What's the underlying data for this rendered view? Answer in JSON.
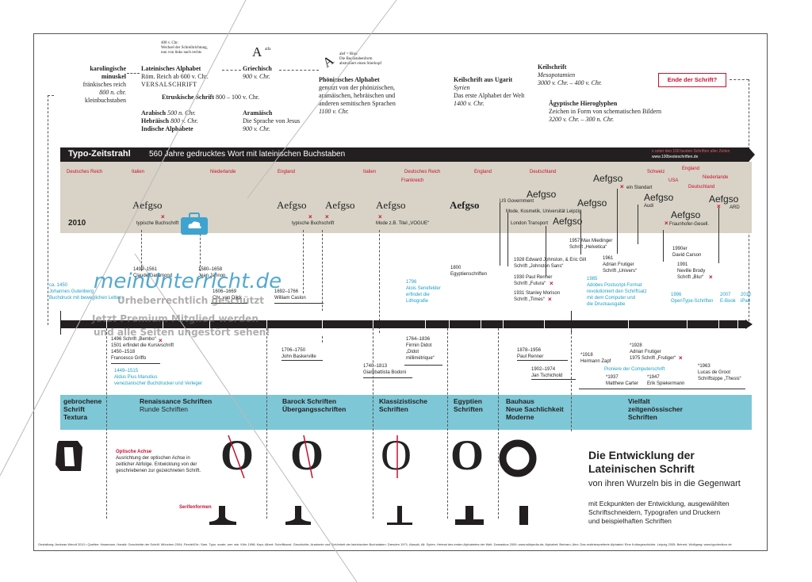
{
  "header": {
    "karolingische": [
      "karolingische",
      "minuskel",
      "fränkisches reich",
      "800 n. chr.",
      "kleinbuchstaben"
    ],
    "richtung": [
      "400 v. Chr.",
      "Wechsel der Schreibrichtung,",
      "nun von links nach rechts"
    ],
    "latein": [
      "Lateinisches Alphabet",
      "Röm. Reich ab 600 v. Chr.",
      "VERSALSCHRIFT"
    ],
    "etruskisch": [
      "Etruskische Schrift",
      "800 – 100 v. Chr."
    ],
    "arabisch": [
      "Arabisch",
      "500 n. Chr."
    ],
    "hebraeisch": [
      "Hebräisch",
      "800 v. Chr."
    ],
    "indisch": "Indische Alphabete",
    "griechisch_glyph": "A",
    "griechisch_small": "alfa",
    "griechisch": [
      "Griechisch",
      "900 v. Chr."
    ],
    "aramaeisch": [
      "Aramäisch",
      "Die Sprache von Jesus",
      "900 v. Chr."
    ],
    "phoen_glyph": "A",
    "phoen_note": [
      "alef = Rind",
      "Die Buchstabenform",
      "abstrahiert einen Stierkopf"
    ],
    "phoenizisch": [
      "Phönizisches Alphabet",
      "genutzt von der phönizischen,",
      "aramäischen, hebräischen und",
      "anderen semitischen Sprachen",
      "1100 v. Chr."
    ],
    "ugarit": [
      "Keilschrift aus Ugarit",
      "Syrien",
      "Das erste Alphabet der Welt",
      "1400 v. Chr."
    ],
    "keilschrift": [
      "Keilschrift",
      "Mesopotamien",
      "3000 v. Chr. – 400 v. Chr."
    ],
    "hieroglyphen": [
      "Ägyptische Hieroglyphen",
      "Zeichen in Form von schematischen Bildern",
      "3200 v. Chr. – 300 n. Chr."
    ],
    "ende_button": "Ende der Schrift?"
  },
  "banner": {
    "title": "Typo-Zeitstrahl",
    "subtitle": "560 Jahre gedrucktes Wort mit lateinischen Buchstaben",
    "note1": "x unter den 100 besten Schriften aller Zeiten",
    "note2": "www.100besteschriften.de"
  },
  "countries": [
    "Deutsches Reich",
    "Italien",
    "Niederlande",
    "England",
    "Italien",
    "Deutsches Reich",
    "Frankreich",
    "England",
    "Deutschland",
    "Schweiz",
    "England",
    "USA",
    "Niederlande",
    "Deutschland"
  ],
  "year_label": "2010",
  "samples": {
    "word": "Aefgso",
    "labels": [
      "typische Buchschrift",
      "typische Buchschrift",
      "Mode z.B. Titel „VOGUE“",
      "US Government",
      "Mode, Kosmetik, Universität Leipzig",
      "London Transport",
      "ein Standart",
      "Audi",
      "Fraunhofer-Gesell.",
      "ARD"
    ]
  },
  "upper_events": {
    "gutenberg": [
      "ca. 1450",
      "Johannes Gutenberg",
      "Buchdruck mit beweglichen Lettern"
    ],
    "garamond": [
      "1499–1561",
      "Claude Garamond"
    ],
    "jenson": [
      "1580–1658",
      "Jean Jannon"
    ],
    "vandijck": [
      "1606–1669",
      "Chr. van Dijck"
    ],
    "caslon": [
      "1692–1766",
      "William Caslon"
    ],
    "senefelder": [
      "1796",
      "Alois Senefelder",
      "erfindet die",
      "Lithografie"
    ],
    "egyptienne": [
      "1800",
      "Egyptienschriften"
    ],
    "johnston": [
      "1928 Edward Johnston, & Eric Gill",
      "Schrift „Johnston Sans“"
    ],
    "renner": [
      "1930 Paul Renner",
      "Schrift „Futura“"
    ],
    "morison": [
      "1931 Stanley Morison",
      "Schrift „Times“"
    ],
    "miedinger": [
      "1957 Max Miedinger",
      "Schrift „Helvetica“"
    ],
    "frutiger": [
      "1961",
      "Adrian Frutiger",
      "Schrift „Univers“"
    ],
    "adobe": [
      "1985",
      "Adobes Postscript-Format",
      "revolutioniert den Schriftsatz",
      "mit dem Computer und",
      "die Druckausgabe"
    ],
    "carson": [
      "1990er",
      "David Carson"
    ],
    "brody": [
      "1991",
      "Neville Brody",
      "Schrift „Blur“"
    ],
    "opentype": [
      "1996",
      "OpenType-Schriften"
    ],
    "ebook": [
      "2007",
      "E-Book"
    ],
    "ipad": [
      "2010",
      "iPad"
    ]
  },
  "lower_events": {
    "bembo": [
      "1496 Schrift „Bembo“",
      "1501 erfindet die Kursivschrift",
      "1450–1518",
      "Francesco Griffo"
    ],
    "manutius": [
      "1449–1515",
      "Aldus Pius Manutius",
      "venezianischer Buchdrucker und Verleger"
    ],
    "baskerville": [
      "1706–1750",
      "John Baskerville"
    ],
    "bodoni": [
      "1740–1813",
      "Giambattista Bodoni"
    ],
    "didot": [
      "1764–1836",
      "Firmin Didot",
      "„Didot",
      "millimétrique“"
    ],
    "prenner": [
      "1878–1956",
      "Paul Renner"
    ],
    "tschichold": [
      "1902–1974",
      "Jan Tschichold"
    ],
    "zapf": [
      "*1918",
      "Hermann Zapf"
    ],
    "afrutiger": [
      "*1928",
      "Adrian Frutiger",
      "1975 Schrift „Frutiger“"
    ],
    "pioniere": "Pioniere der Computerschrift",
    "carter": [
      "*1937",
      "Matthew Carter"
    ],
    "spiekermann": [
      "*1947",
      "Erik Spiekermann"
    ],
    "degroot": [
      "*1963",
      "Lucas de Groot",
      "Schriftsippe „Thesis“"
    ]
  },
  "eras": [
    [
      "gebrochene",
      "Schrift",
      "Textura"
    ],
    [
      "Renaissance Schriften",
      "Runde Schriften"
    ],
    [
      "Barock Schriften",
      "Übergangsschriften"
    ],
    [
      "Klassizistische",
      "Schriften"
    ],
    [
      "Egyptien",
      "Schriften"
    ],
    [
      "Bauhaus",
      "Neue Sachlichkeit",
      "Moderne"
    ],
    [
      "Vielfalt",
      "zeitgenössischer",
      "Schriften"
    ]
  ],
  "axis_section": {
    "title": "Optische Achse",
    "desc": [
      "Ausrichtung der optischen Achse in",
      "zeitlicher Abfolge. Entwicklung von der",
      "geschriebenen zur gezeichneten Schrift."
    ],
    "serif_title": "Serifenformen",
    "o_glyph": "O"
  },
  "right_title": {
    "h1": "Die Entwicklung der",
    "h2": "Lateinischen Schrift",
    "sub": "von ihren Wurzeln bis in die Gegenwart",
    "desc": [
      "mit Eckpunkten der Entwicklung, ausgewählten",
      "Schriftschneidern, Typografen und Druckern",
      "und beispielhaften Schriften"
    ]
  },
  "watermark": {
    "brand": "meinUnterricht.de",
    "line1": "Urheberrechtlich geschützt",
    "line2": "Jetzt Premium Mitglied werden",
    "line3": "und alle Seiten ungestört sehen!"
  },
  "footer": "Gestaltung: Andreas Wendt 2010 • Quellen: Haarmann, Harald: Geschichte der Schrift. München 2004; Friedel/Orr; Sam. Typo. sowie, wer. wie. Köln 1998; Kapr, Albert: Schriftkunst, Geschichte, Anatomie und Schönheit der lateinischen Buchstaben. Dresden 1971; Alasuki, Ali: Syrien. Heimat des ersten Alphabetes der Welt. Damaskus 2009; www.wikipedia.de; Alphabet; Bertram, Alex: Das erstinterpretierte Alphabet: Eine Kulturgeschichte. Leipzig 2005; Beinert, Wolfgang: www.typolexikon.de",
  "colors": {
    "accent_red": "#c8102e",
    "blue": "#1b9fc6",
    "era_band": "#7ec7d6",
    "tan": "#d8d3c6",
    "dark": "#231f20"
  }
}
